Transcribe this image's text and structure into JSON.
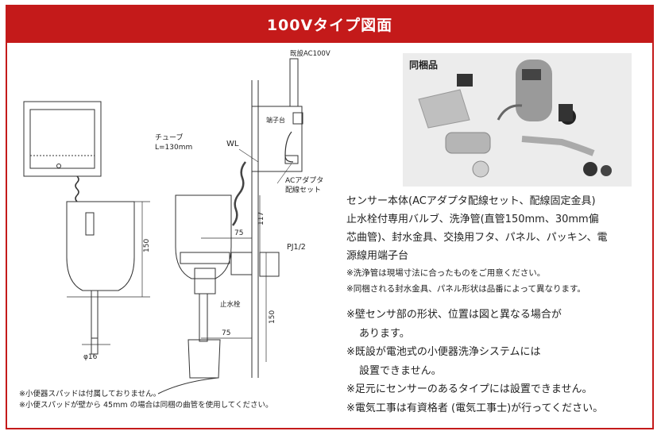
{
  "header": {
    "title": "100Vタイプ図面"
  },
  "drawing": {
    "label_existing_ac": "既設AC100V",
    "label_terminal": "端子台",
    "label_tube": "チューブ",
    "label_tube_len": "L=130mm",
    "label_wl": "WL",
    "label_adapter_1": "ACアダプタ",
    "label_adapter_2": "配線セット",
    "dim_150_left": "150",
    "dim_117": "117",
    "dim_75_top": "75",
    "label_pj": "PJ1/2",
    "label_stop_valve": "止水栓",
    "dim_150_right": "150",
    "dim_75_bottom": "75",
    "dim_phi16": "φ16"
  },
  "photo": {
    "title": "同梱品"
  },
  "description": {
    "lines": [
      "センサー本体(ACアダプタ配線セット、配線固定金具)",
      "止水栓付専用バルブ、洗浄管(直管150mm、30mm偏",
      "芯曲管)、封水金具、交換用フタ、パネル、パッキン、電",
      "源線用端子台"
    ],
    "small_notes": [
      "※洗浄管は現場寸法に合ったものをご用意ください。",
      "※同梱される封水金具、パネル形状は品番によって異なります。"
    ]
  },
  "notes": {
    "n1a": "※壁センサ部の形状、位置は図と異なる場合が",
    "n1b": "あります。",
    "n2a": "※既設が電池式の小便器洗浄システムには",
    "n2b": "設置できません。",
    "n3": "※足元にセンサーのあるタイプには設置できません。",
    "n4": "※電気工事は有資格者 (電気工事士)が行ってください。"
  },
  "footnotes": {
    "f1": "※小便器スパッドは付属しておりません。",
    "f2": "※小便スパッドが壁から 45mm の場合は同梱の曲管を使用してください。"
  },
  "colors": {
    "accent": "#c41a1a",
    "line": "#333333",
    "photo_bg": "#ececec"
  }
}
